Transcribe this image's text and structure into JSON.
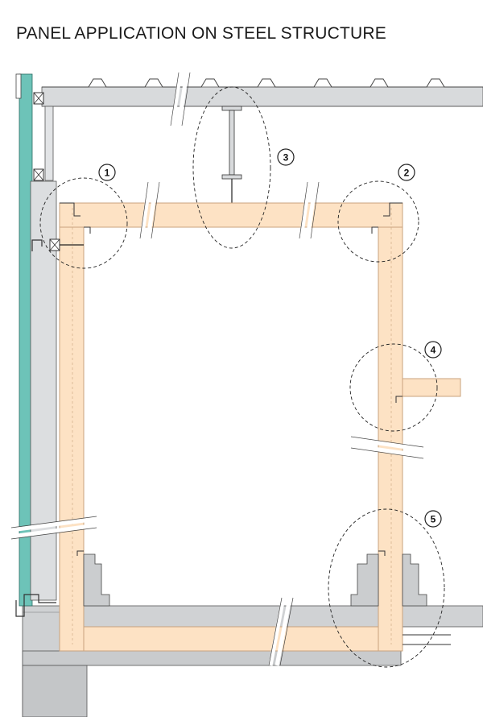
{
  "title": "PANEL APPLICATION ON STEEL STRUCTURE",
  "callouts": [
    {
      "label": "1"
    },
    {
      "label": "2"
    },
    {
      "label": "3"
    },
    {
      "label": "4"
    },
    {
      "label": "5"
    }
  ],
  "colors": {
    "panel": "#fde2c4",
    "panel_edge": "#c9a37e",
    "steel": "#d7d9db",
    "steel_dark": "#b9bcbf",
    "glass": "#6dc3b8",
    "concrete": "#bfc1c3",
    "line": "#333333"
  }
}
